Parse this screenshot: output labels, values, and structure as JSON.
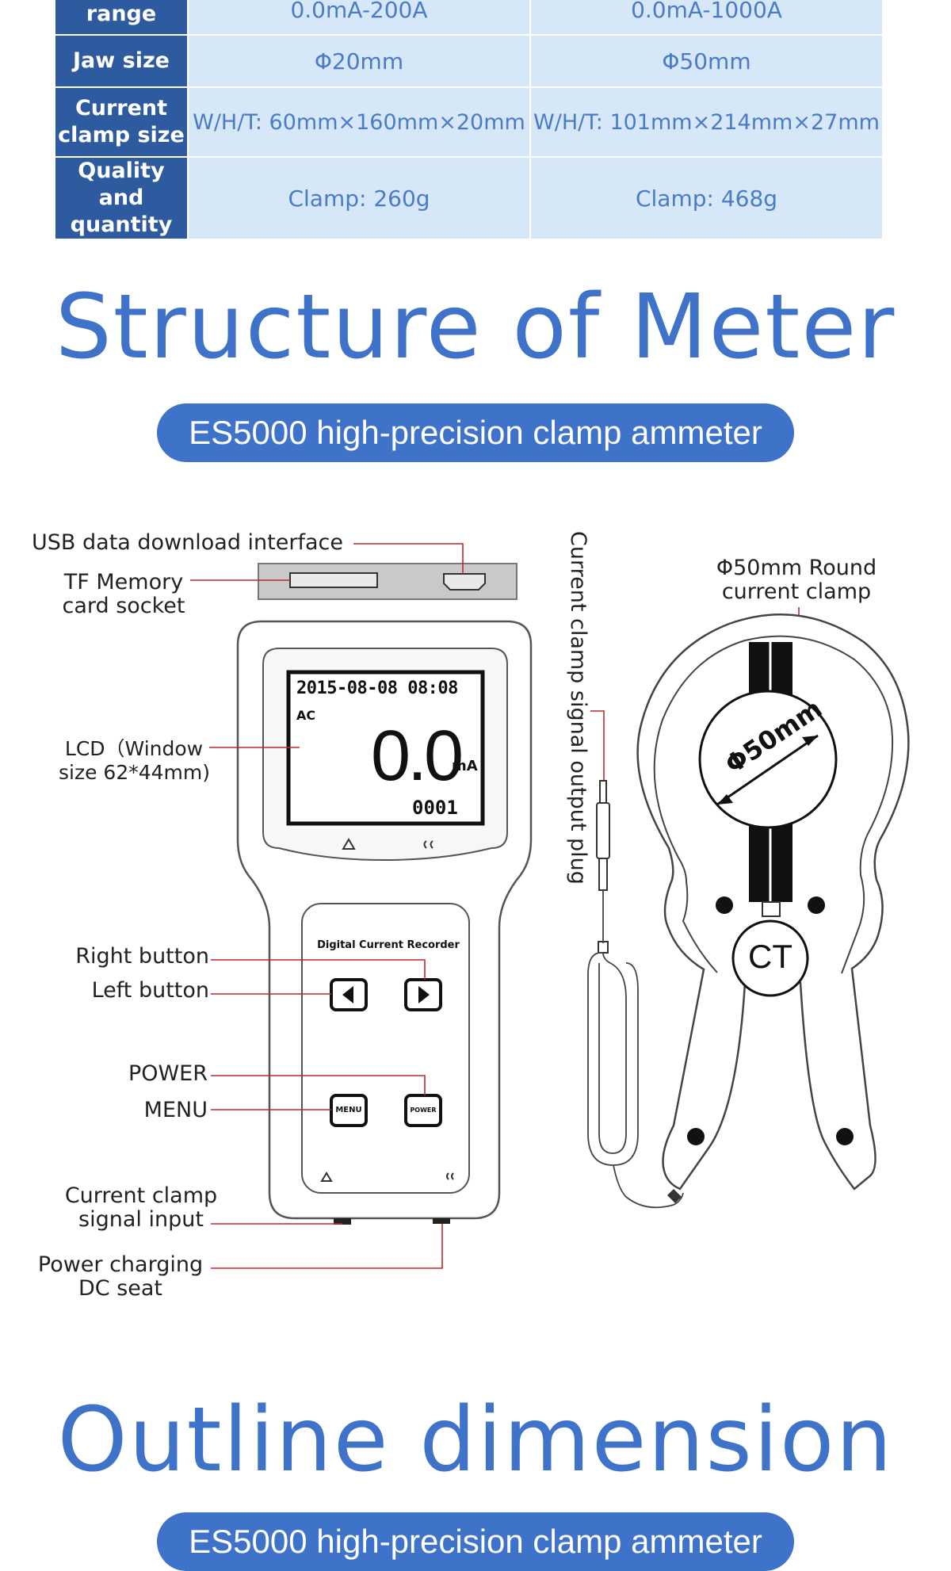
{
  "spec_table": {
    "rows": [
      {
        "label": "range",
        "left": "0.0mA-200A",
        "right": "0.0mA-1000A"
      },
      {
        "label": "Jaw size",
        "left": "Φ20mm",
        "right": "Φ50mm"
      },
      {
        "label": "Current clamp size",
        "left": "W/H/T: 60mm×160mm×20mm",
        "right": "W/H/T: 101mm×214mm×27mm"
      },
      {
        "label": "Quality and quantity",
        "left": "Clamp: 260g",
        "right": "Clamp: 468g"
      }
    ]
  },
  "structure": {
    "title": "Structure of Meter",
    "subtitle": "ES5000 high-precision clamp ammeter",
    "labels": {
      "usb": "USB data download interface",
      "tf_line1": "TF Memory",
      "tf_line2": "card socket",
      "lcd_line1": "LCD（Window",
      "lcd_line2": "size 62*44mm)",
      "right_button": "Right button",
      "left_button": "Left button",
      "power": "POWER",
      "menu": "MENU",
      "clamp_input_line1": "Current clamp",
      "clamp_input_line2": "signal input",
      "charging_line1": "Power charging",
      "charging_line2": "DC seat",
      "output_plug": "Current clamp signal output plug",
      "round_clamp_line1": "Φ50mm Round",
      "round_clamp_line2": "current clamp"
    },
    "device": {
      "lcd_datetime": "2015-08-08 08:08",
      "lcd_mode": "AC",
      "lcd_value": "0.0",
      "lcd_unit": "mA",
      "lcd_counter": "0001",
      "panel_title": "Digital Current Recorder",
      "menu_key": "MENU",
      "power_key": "POWER"
    },
    "clamp": {
      "diameter_label": "Φ50mm",
      "ct_label": "CT"
    },
    "colors": {
      "accent": "#3f72c9",
      "table_header": "#2e5aa0",
      "table_cell": "#d6e7f8",
      "leader_line": "#c0272d"
    }
  },
  "outline": {
    "title": "Outline dimension",
    "subtitle": "ES5000 high-precision clamp ammeter"
  }
}
